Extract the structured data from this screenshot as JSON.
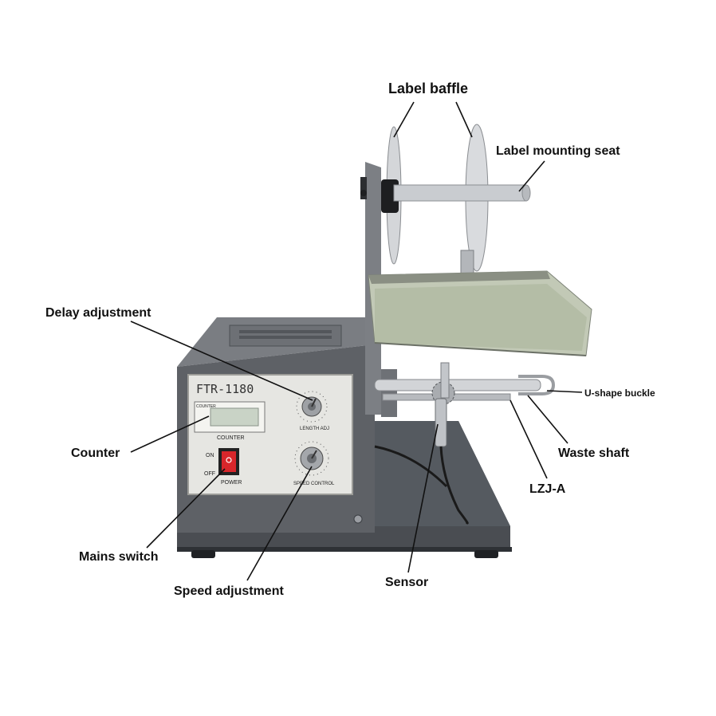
{
  "colors": {
    "background": "#ffffff",
    "housing": "#5e6166",
    "housing_dark": "#3c3f44",
    "base_plate": "#4a4d52",
    "panel_face": "#e6e6e2",
    "steel": "#c9ccd0",
    "tray_glass": "#b9c4ad",
    "switch_red": "#d8262b",
    "leader": "#111111"
  },
  "callouts": {
    "label_baffle": "Label baffle",
    "label_mounting_seat": "Label mounting seat",
    "delay_adjustment": "Delay adjustment",
    "u_shape_buckle": "U-shape buckle",
    "counter": "Counter",
    "waste_shaft": "Waste shaft",
    "lzj_a": "LZJ-A",
    "mains_switch": "Mains switch",
    "speed_adjustment": "Speed adjustment",
    "sensor": "Sensor"
  },
  "panel": {
    "model": "FTR-1180",
    "counter_caption": "COUNTER",
    "counter_small": "COUNTER",
    "length_label": "LENGTH ADJ",
    "speed_label": "SPEED CONTROL",
    "on_label": "ON",
    "off_label": "OFF",
    "power_label": "POWER"
  }
}
